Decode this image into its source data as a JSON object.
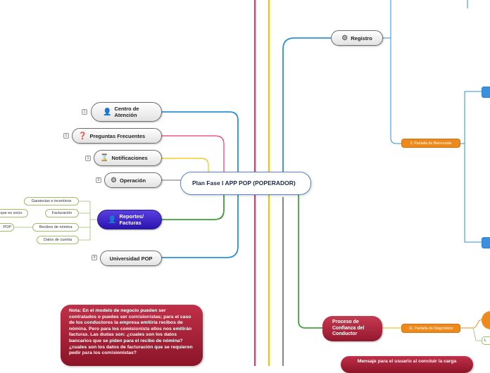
{
  "central": {
    "title": "Plan Fase I APP POP (POPERADOR)"
  },
  "left_topics": [
    {
      "label": "Centro de Atención",
      "icon": "person-icon",
      "badge": "1"
    },
    {
      "label": "Preguntas Frecuentes",
      "icon": "question-icon",
      "badge": "1"
    },
    {
      "label": "Notificaciones",
      "icon": "hourglass-icon",
      "badge": "1"
    },
    {
      "label": "Operación",
      "icon": "gear-icon",
      "badge": "2"
    },
    {
      "label": "Reportes/ Facturas",
      "icon": "person-icon"
    },
    {
      "label": "Universidad POP",
      "badge": "4"
    }
  ],
  "reportes_children": [
    "Ganancias e incentivos",
    "Facturación",
    "Recibos de nómina",
    "Datos de cuenta"
  ],
  "facturacion_child": "que es socio",
  "recibos_child": "POP",
  "right_topics": {
    "registro": {
      "label": "Registro",
      "icon": "gear-icon"
    },
    "bienvenida": "3. Pantalla de Bienvenida",
    "proceso": "Proceso de Confianza del Conductor",
    "diagnostico": "11. Pantalla de Diagnóstico",
    "diagnostico_child": "L"
  },
  "note": "Nota: En el modelo de negocio pueden ser contratados o puedes ser comisionistas; para el caso de los conductores  la empresa emitiría recibos de nómina. Pero para los comisionista ellos nos emitirán facturas. Las dudas son: ¿cuales son los datos bancarios que se piden para el recibo de nómina? ¿cuales son los datos de facturación que se requieren pedir para los comisionistas?",
  "bottom_note": "Mensaje para el usuario al concluir la carga",
  "colors": {
    "pink": "#e8366a",
    "yellow": "#f5c400",
    "blue": "#2b90d9",
    "green": "#3fa53c",
    "gray": "#8a8a8a",
    "maroon": "#a01c34",
    "orange": "#ee8a1c"
  }
}
